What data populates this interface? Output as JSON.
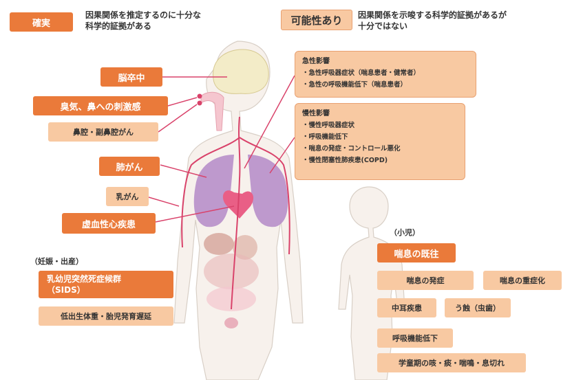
{
  "legend": {
    "definite_tag": "確実",
    "definite_text_line1": "因果関係を推定するのに十分な",
    "definite_text_line2": "科学的証拠がある",
    "possible_tag": "可能性あり",
    "possible_text_line1": "因果関係を示唆する科学的証拠があるが",
    "possible_text_line2": "十分ではない"
  },
  "adult": {
    "stroke": "脳卒中",
    "nasal_irritation": "臭気、鼻への刺激感",
    "nasal_cancer": "鼻腔・副鼻腔がん",
    "lung_cancer": "肺がん",
    "breast_cancer": "乳がん",
    "ihd": "虚血性心疾患",
    "acute_panel": {
      "title": "急性影響",
      "items": [
        "・急性呼吸器症状（喘息患者・健常者）",
        "・急性の呼吸機能低下（喘息患者）"
      ]
    },
    "chronic_panel": {
      "title": "慢性影響",
      "items": [
        "・慢性呼吸器症状",
        "・呼吸機能低下",
        "・喘息の発症・コントロール悪化",
        "・慢性閉塞性肺疾患(COPD)"
      ]
    }
  },
  "pregnancy": {
    "heading": "（妊娠・出産）",
    "sids_line1": "乳幼児突然死症候群",
    "sids_line2": "（SIDS）",
    "low_birth": "低出生体重・胎児発育遅延"
  },
  "child": {
    "heading": "（小児）",
    "asthma_history": "喘息の既往",
    "asthma_onset": "喘息の発症",
    "asthma_worse": "喘息の重症化",
    "otitis": "中耳疾患",
    "caries": "う蝕（虫歯）",
    "lung_func": "呼吸機能低下",
    "school_symptoms": "学童期の咳・痰・喘鳴・息切れ"
  },
  "colors": {
    "definite": "#ea7a3a",
    "possible": "#f8c9a2",
    "vessel": "#d9426a",
    "lung": "#b48ac8",
    "brain": "#f3ecc8"
  }
}
